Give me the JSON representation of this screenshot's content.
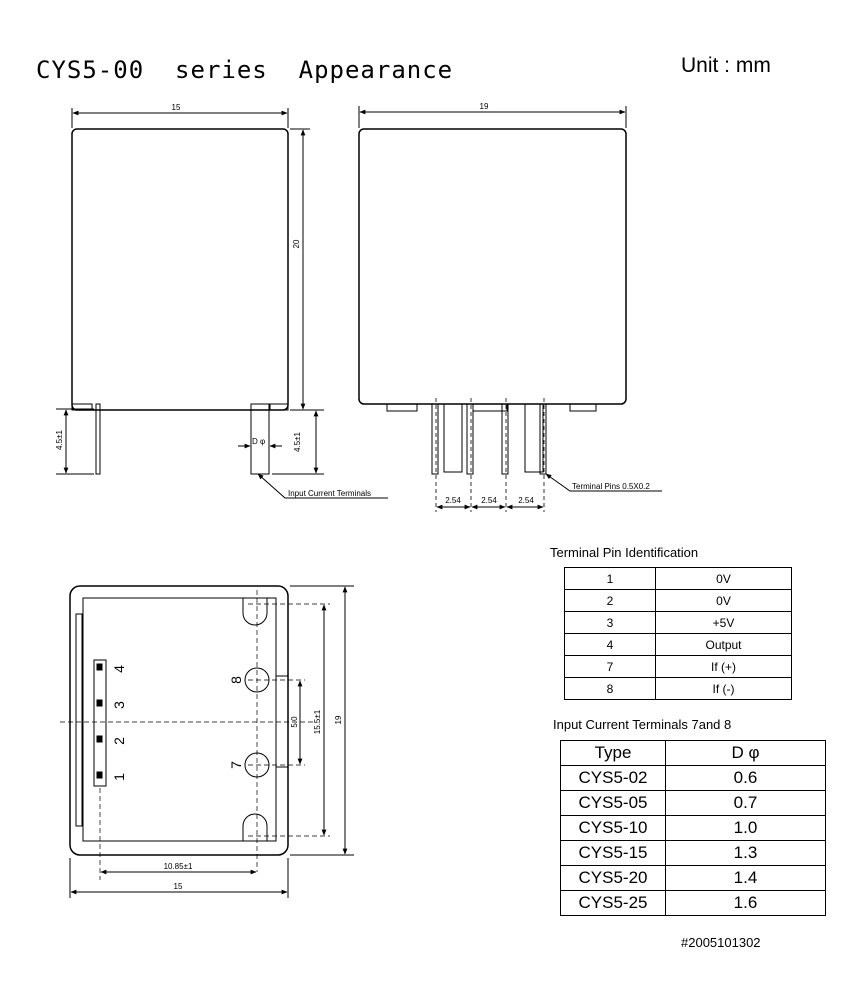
{
  "title": "CYS5-00  series  Appearance",
  "unit": "Unit : mm",
  "front_view": {
    "width_dim": "15",
    "height_dim": "20",
    "left_pin_dim": "4.5±1",
    "right_pin_dim": "4.5±1",
    "pin_dia_label": "D φ",
    "callout": "Input Current Terminals"
  },
  "side_view": {
    "width_dim": "19",
    "pitch_1": "2.54",
    "pitch_2": "2.54",
    "pitch_3": "2.54",
    "callout": "Terminal Pins 0.5X0.2"
  },
  "bottom_view": {
    "pin_labels": [
      "4",
      "3",
      "2",
      "1"
    ],
    "terminal_labels": [
      "8",
      "7"
    ],
    "dim_height_total": "19",
    "dim_height_inner": "15.5±1",
    "dim_pin_spacing": "5.0",
    "dim_offset": "10.85±1",
    "dim_width": "15"
  },
  "pin_table": {
    "title": "Terminal Pin Identification",
    "rows": [
      {
        "pin": "1",
        "signal": "0V"
      },
      {
        "pin": "2",
        "signal": "0V"
      },
      {
        "pin": "3",
        "signal": "+5V"
      },
      {
        "pin": "4",
        "signal": "Output"
      },
      {
        "pin": "7",
        "signal": "If (+)"
      },
      {
        "pin": "8",
        "signal": "If (-)"
      }
    ]
  },
  "type_table": {
    "title": "Input Current Terminals 7and 8",
    "headers": [
      "Type",
      "D φ"
    ],
    "rows": [
      {
        "type": "CYS5-02",
        "d": "0.6"
      },
      {
        "type": "CYS5-05",
        "d": "0.7"
      },
      {
        "type": "CYS5-10",
        "d": "1.0"
      },
      {
        "type": "CYS5-15",
        "d": "1.3"
      },
      {
        "type": "CYS5-20",
        "d": "1.4"
      },
      {
        "type": "CYS5-25",
        "d": "1.6"
      }
    ]
  },
  "document_code": "#2005101302"
}
